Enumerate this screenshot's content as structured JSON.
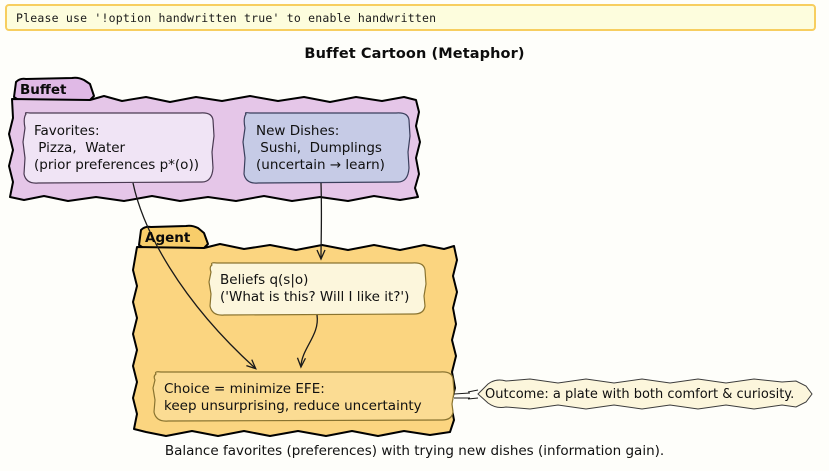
{
  "banner": {
    "text": "Please use '!option handwritten true' to enable handwritten",
    "bg_color": "#FDFDDD",
    "border_color": "#F7CE5F"
  },
  "title": "Buffet Cartoon (Metaphor)",
  "caption": "Balance favorites (preferences) with trying new dishes (information gain).",
  "page_bg": "#FEFEFA",
  "packages": [
    {
      "name": "Buffet",
      "label": "Buffet",
      "fill": "#E5C6E8",
      "tab_fill": "#E0B9E6",
      "stroke": "#000000",
      "nodes": [
        {
          "name": "favorites",
          "fill": "#F0E4F5",
          "stroke": "#4A3A52",
          "lines": [
            "Favorites:",
            " Pizza,  Water",
            "(prior preferences p*(o))"
          ]
        },
        {
          "name": "new-dishes",
          "fill": "#C6CBE6",
          "stroke": "#3A3F5C",
          "lines": [
            "New Dishes:",
            " Sushi,  Dumplings",
            "(uncertain → learn)"
          ]
        }
      ]
    },
    {
      "name": "Agent",
      "label": "Agent",
      "fill": "#FBD580",
      "tab_fill": "#F8CD6A",
      "stroke": "#000000",
      "nodes": [
        {
          "name": "beliefs",
          "fill": "#FCF6DC",
          "stroke": "#8A7430",
          "lines": [
            "Beliefs q(s|o)",
            "('What is this? Will I like it?')"
          ]
        },
        {
          "name": "choice",
          "fill": "#FBDC93",
          "stroke": "#8A7430",
          "lines": [
            "Choice = minimize EFE:",
            "keep unsurprising, reduce uncertainty"
          ]
        }
      ]
    }
  ],
  "note": {
    "name": "outcome-note",
    "text": "Outcome: a plate with both comfort & curiosity.",
    "fill": "#FCF6DC",
    "stroke": "#3B3B3B"
  },
  "edges": [
    {
      "name": "favorites-to-choice",
      "from": "favorites",
      "to": "choice",
      "arrow": "open"
    },
    {
      "name": "new-dishes-to-beliefs",
      "from": "new-dishes",
      "to": "beliefs",
      "arrow": "open"
    },
    {
      "name": "beliefs-to-choice",
      "from": "beliefs",
      "to": "choice",
      "arrow": "open"
    },
    {
      "name": "choice-to-note",
      "from": "choice",
      "to": "outcome-note",
      "arrow": "none"
    }
  ]
}
